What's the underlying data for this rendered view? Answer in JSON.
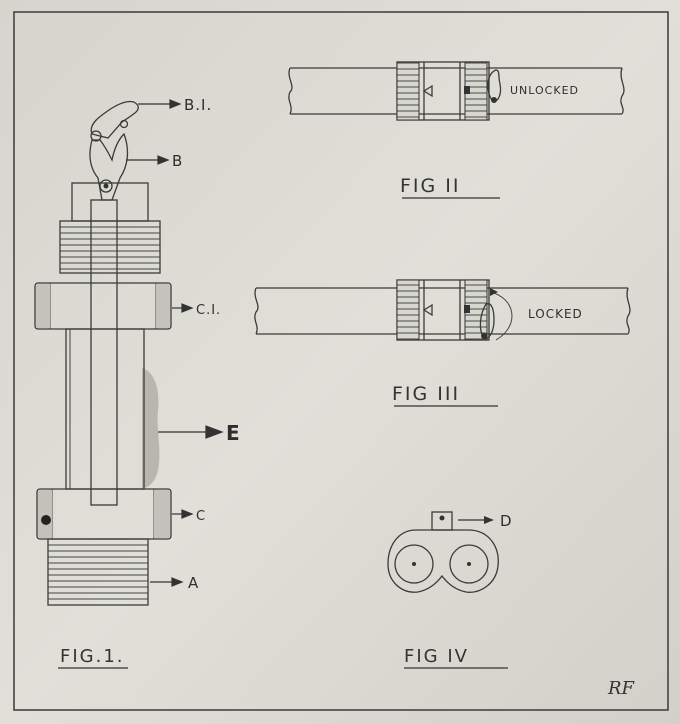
{
  "figures": {
    "fig1": {
      "title": "FIG.1.",
      "labels": {
        "b1": "B.I.",
        "b": "B",
        "c1": "C.I.",
        "e": "E",
        "c": "C",
        "a": "A"
      }
    },
    "fig2": {
      "title": "FIG II",
      "state": "UNLOCKED"
    },
    "fig3": {
      "title": "FIG III",
      "state": "LOCKED"
    },
    "fig4": {
      "title": "FIG IV",
      "labels": {
        "d": "D"
      }
    }
  },
  "signature": "RF",
  "colors": {
    "paper": "#dcdbd3",
    "ink": "#3a3a3a",
    "background": "#6b6a66"
  }
}
